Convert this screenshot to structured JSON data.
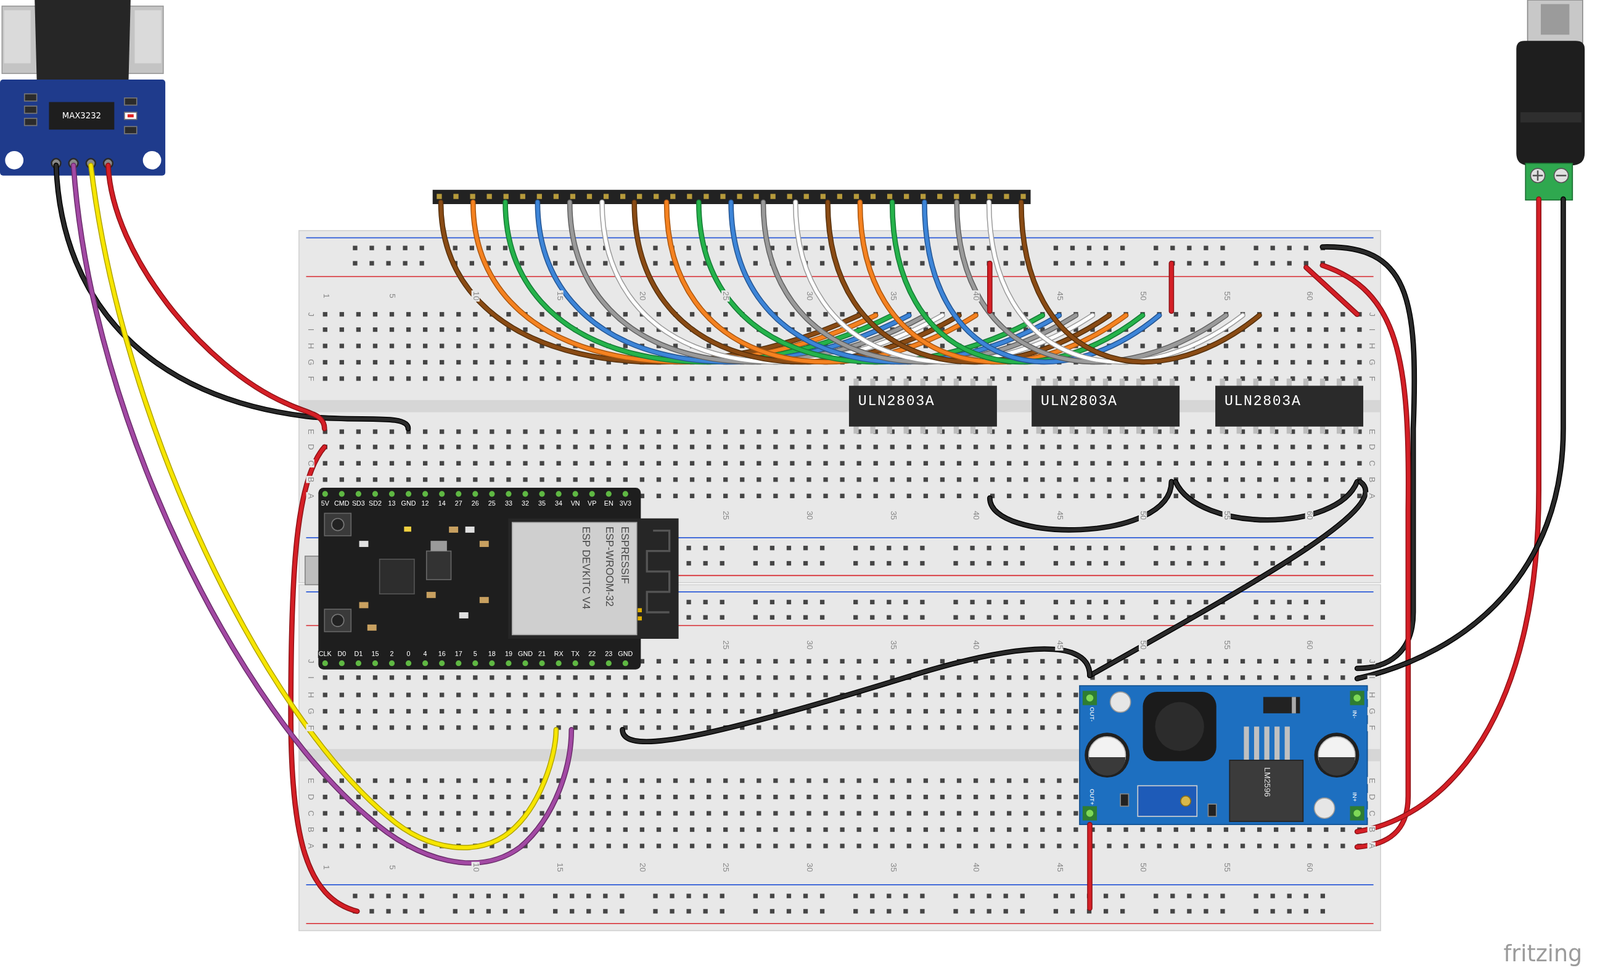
{
  "diagram": {
    "nodes": [
      {
        "text": [
          "MAX3232"
        ]
      },
      {
        "text": [
          "ULN2803A"
        ]
      },
      {
        "text": [
          "ULN2803A"
        ]
      },
      {
        "text": [
          "ULN2803A"
        ]
      },
      {
        "text": [
          "ESPRESSIF",
          "ESP-WROOM-32",
          "ESP DEVKITC V4"
        ]
      },
      {
        "text": [
          "LM2596"
        ]
      }
    ],
    "labels": [
      "1",
      "5",
      "10",
      "15",
      "20",
      "25",
      "30",
      "35",
      "40",
      "45",
      "50",
      "55",
      "60",
      "J",
      "I",
      "H",
      "G",
      "F",
      "E",
      "D",
      "C",
      "B",
      "A",
      "J",
      "I",
      "H",
      "G",
      "F",
      "E",
      "D",
      "C",
      "B",
      "A",
      "25",
      "30",
      "35",
      "40",
      "45",
      "50",
      "55",
      "60",
      "25",
      "30",
      "35",
      "40",
      "45",
      "50",
      "55",
      "60",
      "J",
      "I",
      "H",
      "G",
      "F",
      "E",
      "D",
      "C",
      "B",
      "A",
      "J",
      "I",
      "H",
      "G",
      "F",
      "E",
      "D",
      "C",
      "B",
      "A",
      "1",
      "5",
      "10",
      "15",
      "20",
      "25",
      "30",
      "35",
      "40",
      "45",
      "50",
      "55",
      "60",
      "5V",
      "CMD",
      "SD3",
      "SD2",
      "13",
      "GND",
      "12",
      "14",
      "27",
      "26",
      "25",
      "33",
      "32",
      "35",
      "34",
      "VN",
      "VP",
      "EN",
      "3V3",
      "CLK",
      "D0",
      "D1",
      "15",
      "2",
      "0",
      "4",
      "16",
      "17",
      "5",
      "18",
      "19",
      "GND",
      "21",
      "RX",
      "TX",
      "22",
      "23",
      "GND",
      "OUT-",
      "IN-",
      "OUT+",
      "IN+",
      "fritzing"
    ]
  }
}
